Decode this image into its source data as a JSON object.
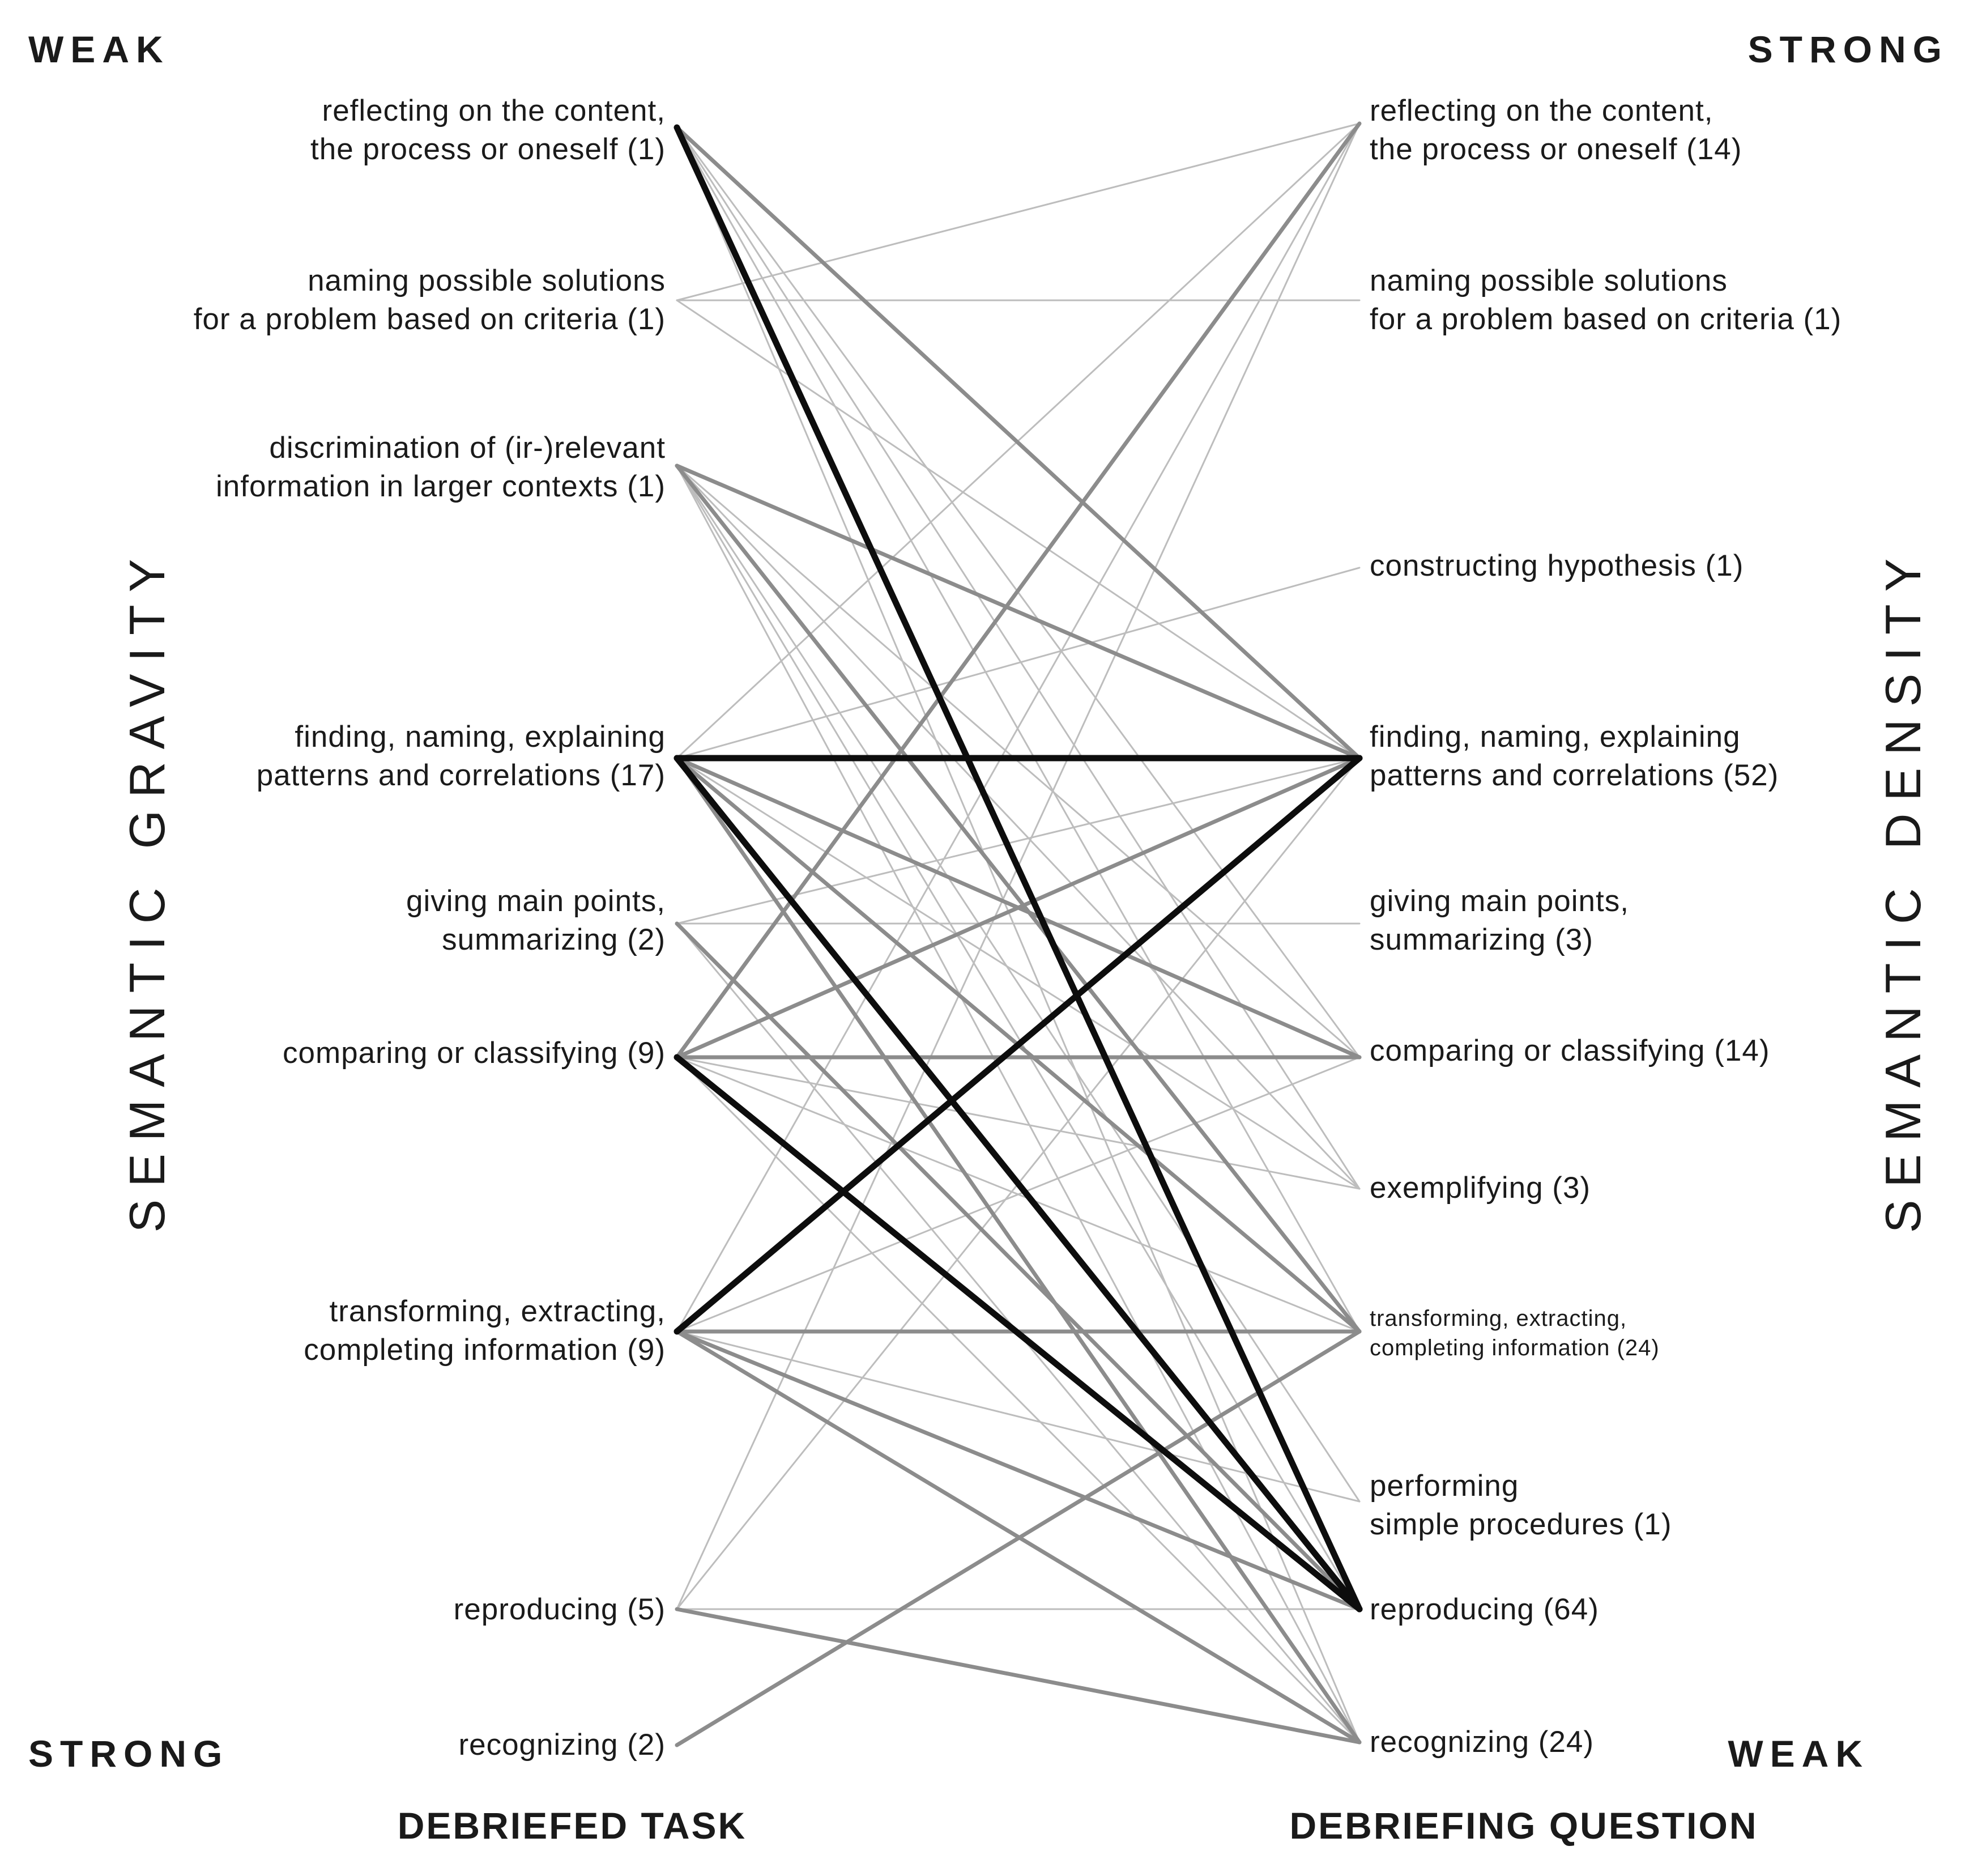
{
  "corners": {
    "top_left": "WEAK",
    "top_right": "STRONG",
    "bottom_left": "STRONG",
    "bottom_right": "WEAK"
  },
  "axes": {
    "left": "SEMANTIC GRAVITY",
    "right": "SEMANTIC DENSITY"
  },
  "footer": {
    "left": "DEBRIEFED TASK",
    "right": "DEBRIEFING QUESTION"
  },
  "left_nodes": [
    {
      "id": "reflect",
      "lines": [
        "reflecting on the content,",
        "the process or oneself (1)"
      ]
    },
    {
      "id": "solutions",
      "lines": [
        "naming possible solutions",
        "for a problem based on criteria (1)"
      ]
    },
    {
      "id": "discrim",
      "lines": [
        "discrimination of (ir-)relevant",
        "information in larger contexts (1)"
      ]
    },
    {
      "id": "patterns",
      "lines": [
        "finding, naming, explaining",
        "patterns and correlations (17)"
      ]
    },
    {
      "id": "mainpoints",
      "lines": [
        "giving main points,",
        "summarizing (2)"
      ]
    },
    {
      "id": "comparing",
      "lines": [
        "comparing or classifying (9)"
      ]
    },
    {
      "id": "transforming",
      "lines": [
        "transforming, extracting,",
        "completing information (9)"
      ]
    },
    {
      "id": "reproducing",
      "lines": [
        "reproducing (5)"
      ]
    },
    {
      "id": "recognizing",
      "lines": [
        "recognizing (2)"
      ]
    }
  ],
  "right_nodes": [
    {
      "id": "reflect",
      "lines": [
        "reflecting on the content,",
        "the process or oneself (14)"
      ]
    },
    {
      "id": "solutions",
      "lines": [
        "naming possible solutions",
        "for a problem based on criteria (1)"
      ]
    },
    {
      "id": "hypothesis",
      "lines": [
        "constructing hypothesis (1)"
      ]
    },
    {
      "id": "patterns",
      "lines": [
        "finding, naming, explaining",
        "patterns and correlations (52)"
      ]
    },
    {
      "id": "mainpoints",
      "lines": [
        "giving main points,",
        "summarizing (3)"
      ]
    },
    {
      "id": "comparing",
      "lines": [
        "comparing or classifying (14)"
      ]
    },
    {
      "id": "exemplifying",
      "lines": [
        "exemplifying (3)"
      ]
    },
    {
      "id": "transforming",
      "lines": [
        "transforming, extracting,",
        "completing information (24)"
      ],
      "small": true
    },
    {
      "id": "procedures",
      "lines": [
        "performing",
        "simple procedures (1)"
      ]
    },
    {
      "id": "reproducing",
      "lines": [
        "reproducing (64)"
      ]
    },
    {
      "id": "recognizing",
      "lines": [
        "recognizing (24)"
      ]
    }
  ],
  "edge_styles": {
    "light": "#bdbdbd",
    "medium": "#8c8c8c",
    "heavy": "#0d0d0d"
  },
  "edges": [
    {
      "from": "reflect",
      "to": "patterns",
      "weight": "medium"
    },
    {
      "from": "reflect",
      "to": "reproducing",
      "weight": "heavy"
    },
    {
      "from": "reflect",
      "to": "comparing",
      "weight": "light"
    },
    {
      "from": "reflect",
      "to": "exemplifying",
      "weight": "light"
    },
    {
      "from": "reflect",
      "to": "transforming",
      "weight": "light"
    },
    {
      "from": "reflect",
      "to": "recognizing",
      "weight": "light"
    },
    {
      "from": "solutions",
      "to": "reflect",
      "weight": "light"
    },
    {
      "from": "solutions",
      "to": "solutions",
      "weight": "light"
    },
    {
      "from": "solutions",
      "to": "patterns",
      "weight": "light"
    },
    {
      "from": "discrim",
      "to": "patterns",
      "weight": "medium"
    },
    {
      "from": "discrim",
      "to": "comparing",
      "weight": "light"
    },
    {
      "from": "discrim",
      "to": "exemplifying",
      "weight": "light"
    },
    {
      "from": "discrim",
      "to": "transforming",
      "weight": "medium"
    },
    {
      "from": "discrim",
      "to": "procedures",
      "weight": "light"
    },
    {
      "from": "discrim",
      "to": "reproducing",
      "weight": "light"
    },
    {
      "from": "discrim",
      "to": "recognizing",
      "weight": "light"
    },
    {
      "from": "patterns",
      "to": "reflect",
      "weight": "light"
    },
    {
      "from": "patterns",
      "to": "hypothesis",
      "weight": "light"
    },
    {
      "from": "patterns",
      "to": "patterns",
      "weight": "heavy"
    },
    {
      "from": "patterns",
      "to": "comparing",
      "weight": "medium"
    },
    {
      "from": "patterns",
      "to": "exemplifying",
      "weight": "light"
    },
    {
      "from": "patterns",
      "to": "transforming",
      "weight": "medium"
    },
    {
      "from": "patterns",
      "to": "reproducing",
      "weight": "heavy"
    },
    {
      "from": "patterns",
      "to": "recognizing",
      "weight": "medium"
    },
    {
      "from": "mainpoints",
      "to": "patterns",
      "weight": "light"
    },
    {
      "from": "mainpoints",
      "to": "mainpoints",
      "weight": "light"
    },
    {
      "from": "mainpoints",
      "to": "reproducing",
      "weight": "medium"
    },
    {
      "from": "mainpoints",
      "to": "recognizing",
      "weight": "light"
    },
    {
      "from": "comparing",
      "to": "reflect",
      "weight": "medium"
    },
    {
      "from": "comparing",
      "to": "patterns",
      "weight": "medium"
    },
    {
      "from": "comparing",
      "to": "comparing",
      "weight": "medium"
    },
    {
      "from": "comparing",
      "to": "exemplifying",
      "weight": "light"
    },
    {
      "from": "comparing",
      "to": "transforming",
      "weight": "light"
    },
    {
      "from": "comparing",
      "to": "reproducing",
      "weight": "heavy"
    },
    {
      "from": "comparing",
      "to": "recognizing",
      "weight": "light"
    },
    {
      "from": "transforming",
      "to": "reflect",
      "weight": "light"
    },
    {
      "from": "transforming",
      "to": "patterns",
      "weight": "heavy"
    },
    {
      "from": "transforming",
      "to": "comparing",
      "weight": "light"
    },
    {
      "from": "transforming",
      "to": "transforming",
      "weight": "medium"
    },
    {
      "from": "transforming",
      "to": "procedures",
      "weight": "light"
    },
    {
      "from": "transforming",
      "to": "reproducing",
      "weight": "medium"
    },
    {
      "from": "transforming",
      "to": "recognizing",
      "weight": "medium"
    },
    {
      "from": "reproducing",
      "to": "reflect",
      "weight": "light"
    },
    {
      "from": "reproducing",
      "to": "patterns",
      "weight": "light"
    },
    {
      "from": "reproducing",
      "to": "reproducing",
      "weight": "light"
    },
    {
      "from": "reproducing",
      "to": "recognizing",
      "weight": "medium"
    },
    {
      "from": "recognizing",
      "to": "transforming",
      "weight": "medium"
    }
  ]
}
